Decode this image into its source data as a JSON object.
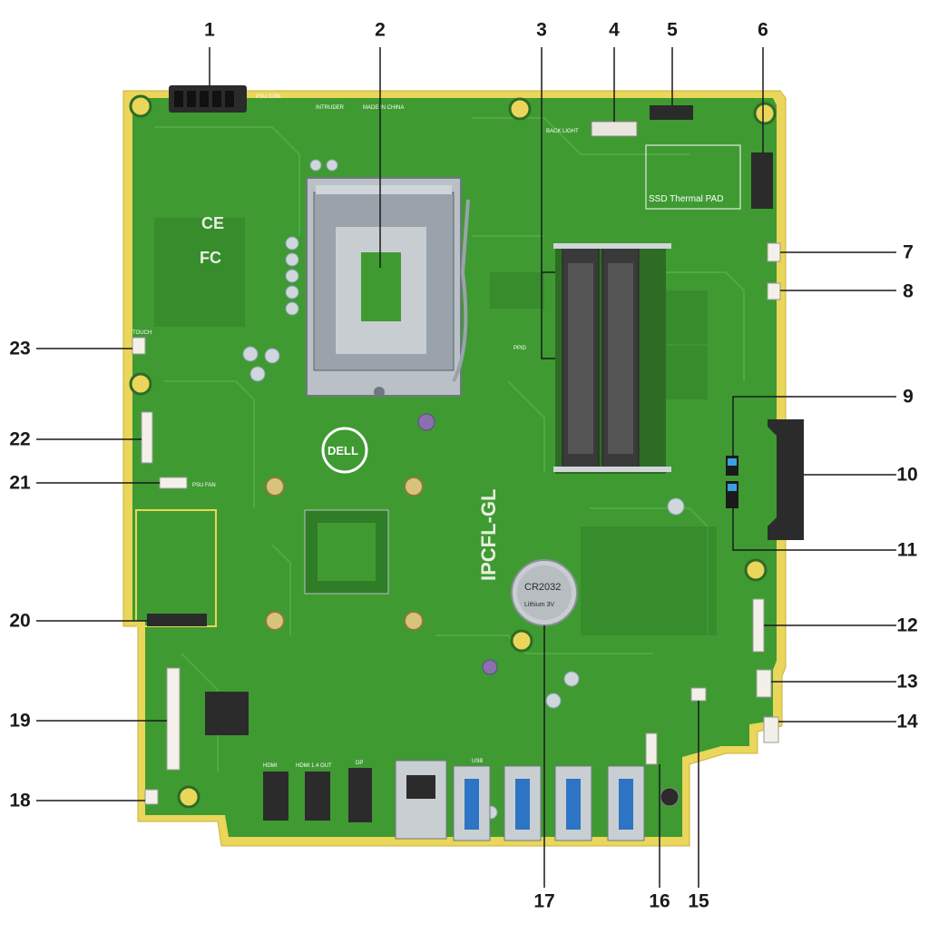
{
  "board": {
    "colors": {
      "pcb": "#3f9a32",
      "pcb_dark": "#2f7d26",
      "edge": "#e9d65a",
      "trace": "#52ad44",
      "chip": "#2b2b2b",
      "metal": "#c9ced3",
      "port_blue": "#2d74c4"
    },
    "silkscreen": {
      "dell_logo": "DELL",
      "model": "IPCFL-GL",
      "ssd_pad": "SSD Thermal PAD",
      "battery": "CR2032",
      "battery_sub": "Lithium 3V",
      "made_in": "MADE IN CHINA",
      "psu_con": "PSU CON",
      "intruder": "INTRUDER",
      "back_light": "BACK LIGHT",
      "psu_fan": "PSU FAN",
      "touch": "TOUCH",
      "hdmi": "HDMI",
      "hdmi_out": "HDMI 1.4 OUT",
      "dp": "DP",
      "usb": "USB",
      "ppid": "PPID"
    }
  },
  "callouts": [
    {
      "id": "1",
      "label": "1"
    },
    {
      "id": "2",
      "label": "2"
    },
    {
      "id": "3",
      "label": "3"
    },
    {
      "id": "4",
      "label": "4"
    },
    {
      "id": "5",
      "label": "5"
    },
    {
      "id": "6",
      "label": "6"
    },
    {
      "id": "7",
      "label": "7"
    },
    {
      "id": "8",
      "label": "8"
    },
    {
      "id": "9",
      "label": "9"
    },
    {
      "id": "10",
      "label": "10"
    },
    {
      "id": "11",
      "label": "11"
    },
    {
      "id": "12",
      "label": "12"
    },
    {
      "id": "13",
      "label": "13"
    },
    {
      "id": "14",
      "label": "14"
    },
    {
      "id": "15",
      "label": "15"
    },
    {
      "id": "16",
      "label": "16"
    },
    {
      "id": "17",
      "label": "17"
    },
    {
      "id": "18",
      "label": "18"
    },
    {
      "id": "19",
      "label": "19"
    },
    {
      "id": "20",
      "label": "20"
    },
    {
      "id": "21",
      "label": "21"
    },
    {
      "id": "22",
      "label": "22"
    },
    {
      "id": "23",
      "label": "23"
    }
  ]
}
